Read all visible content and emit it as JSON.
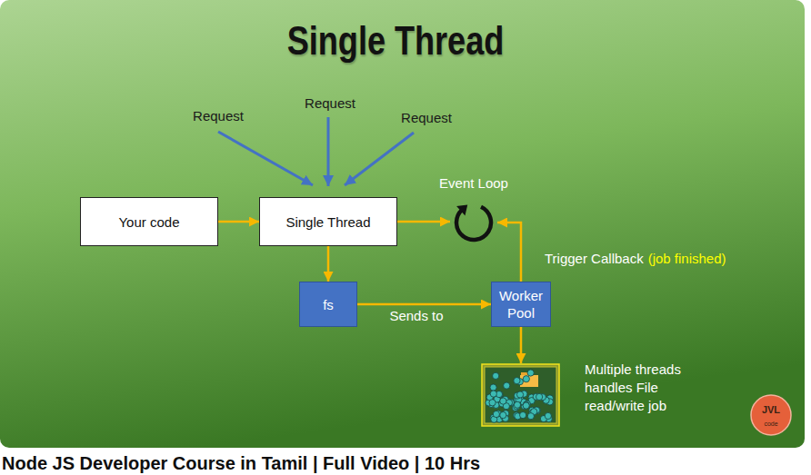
{
  "diagram": {
    "title": "Single Thread",
    "nodes": [
      {
        "text": [
          "Your code"
        ]
      },
      {
        "text": [
          "Single Thread"
        ]
      },
      {
        "text": [
          "Event Loop"
        ]
      },
      {
        "text": [
          "fs"
        ]
      },
      {
        "text": [
          "Worker Pool"
        ]
      },
      {
        "text": [
          "Multiple threads handles File read/write job"
        ]
      }
    ],
    "edges": [
      {
        "from": 0,
        "to": 1,
        "arrow": "to"
      },
      {
        "from": 1,
        "to": 2,
        "arrow": "to"
      },
      {
        "from": 1,
        "to": 3,
        "arrow": "to"
      },
      {
        "from": 3,
        "to": 4,
        "label": "Sends to",
        "arrow": "to"
      },
      {
        "from": 4,
        "to": 2,
        "label": "Trigger Callback",
        "arrow": "to"
      },
      {
        "from": 4,
        "to": 5,
        "arrow": "to"
      }
    ],
    "labels": [
      "Request",
      "Request",
      "Request",
      "(job finished)",
      "Node JS Developer Course in Tamil | Full Video | 10 Hrs",
      "JVL",
      "code"
    ]
  }
}
